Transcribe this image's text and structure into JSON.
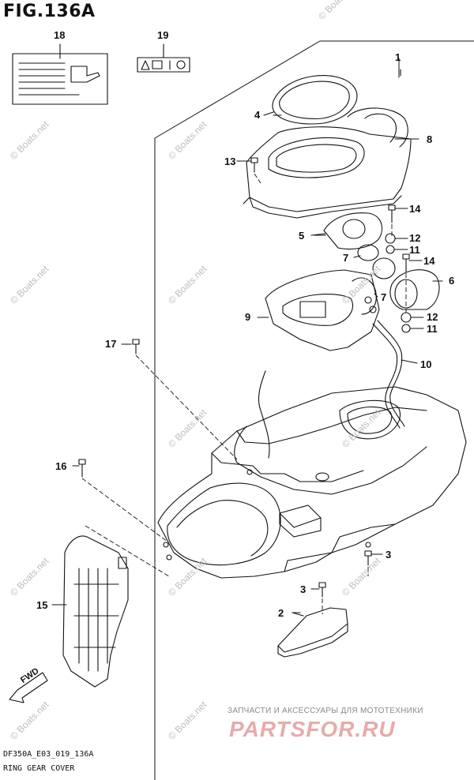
{
  "figure": {
    "title": "FIG.136A"
  },
  "callouts": {
    "c1": "1",
    "c2": "2",
    "c3a": "3",
    "c3b": "3",
    "c4": "4",
    "c5": "5",
    "c6": "6",
    "c7a": "7",
    "c7b": "7",
    "c8": "8",
    "c9": "9",
    "c10": "10",
    "c11a": "11",
    "c11b": "11",
    "c12a": "12",
    "c12b": "12",
    "c13": "13",
    "c14a": "14",
    "c14b": "14",
    "c15": "15",
    "c16": "16",
    "c17": "17",
    "c18": "18",
    "c19": "19"
  },
  "watermark": "© Boats.net",
  "fwd_label": "FWD",
  "brand": {
    "tagline": "ЗАПЧАСТИ И АКСЕССУАРЫ ДЛЯ МОТОТЕХНИКИ",
    "name": "PARTSFOR.RU"
  },
  "footer": {
    "code": "DF350A_E03_019_136A",
    "caption": "RING GEAR COVER"
  }
}
